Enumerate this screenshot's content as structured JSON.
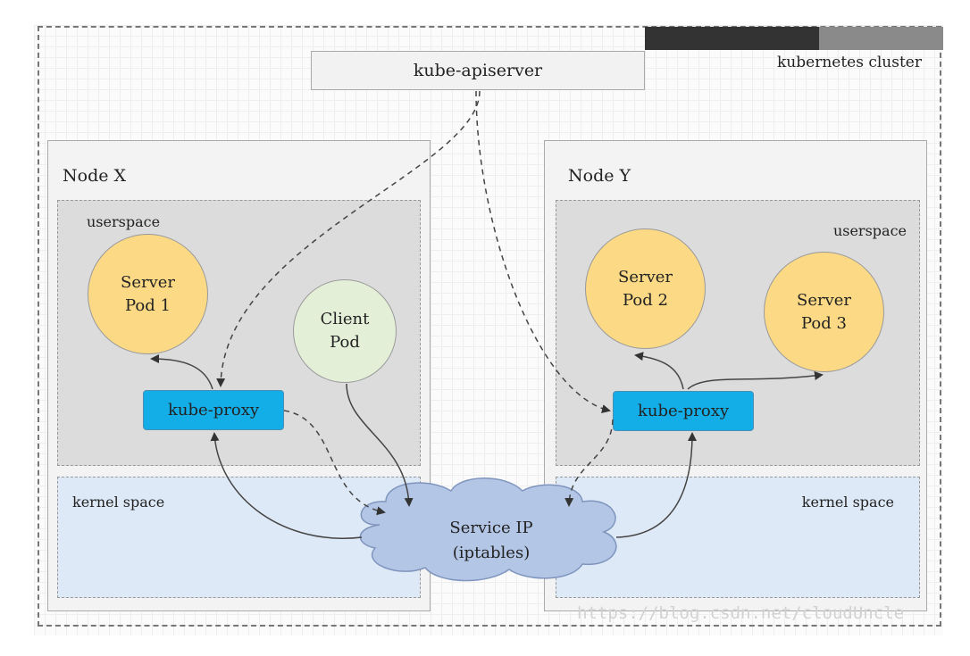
{
  "diagram": {
    "cluster_label": "kubernetes cluster",
    "apiserver": "kube-apiserver",
    "nodes": [
      {
        "title": "Node X",
        "userspace_label": "userspace",
        "kernel_label": "kernel space",
        "proxy_label": "kube-proxy",
        "pods": [
          {
            "line1": "Server",
            "line2": "Pod 1"
          },
          {
            "line1": "Client",
            "line2": "Pod"
          }
        ]
      },
      {
        "title": "Node Y",
        "userspace_label": "userspace",
        "kernel_label": "kernel space",
        "proxy_label": "kube-proxy",
        "pods": [
          {
            "line1": "Server",
            "line2": "Pod 2"
          },
          {
            "line1": "Server",
            "line2": "Pod 3"
          }
        ]
      }
    ],
    "service": {
      "line1": "Service IP",
      "line2": "(iptables)"
    },
    "colors": {
      "server_pod": "#fbd985",
      "client_pod": "#e4efd8",
      "kube_proxy": "#13aee8",
      "kernel_space": "#dde9f6",
      "userspace": "#dcdcdc",
      "service_cloud": "#b3c6e6"
    }
  },
  "watermark": "https://blog.csdn.net/cloudUncle"
}
